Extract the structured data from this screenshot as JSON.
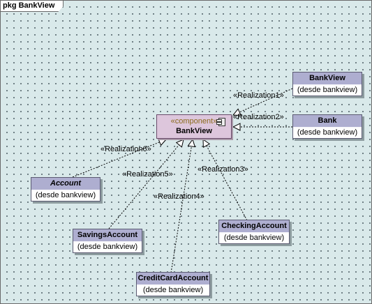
{
  "package": {
    "title": "pkg BankView"
  },
  "component": {
    "stereotype": "«component»",
    "name": "BankView"
  },
  "nodes": [
    {
      "id": "bankview",
      "name": "BankView",
      "sub": "(desde bankview)"
    },
    {
      "id": "bank",
      "name": "Bank",
      "sub": "(desde bankview)"
    },
    {
      "id": "account",
      "name": "Account",
      "sub": "(desde bankview)",
      "abstract": true
    },
    {
      "id": "savings",
      "name": "SavingsAccount",
      "sub": "(desde bankview)"
    },
    {
      "id": "credit",
      "name": "CreditCardAccount",
      "sub": "(desde bankview)"
    },
    {
      "id": "checking",
      "name": "CheckingAccount",
      "sub": "(desde bankview)"
    }
  ],
  "relations": [
    {
      "label": "«Realization1»"
    },
    {
      "label": "«Realization2»"
    },
    {
      "label": "«Realization3»"
    },
    {
      "label": "«Realization4»"
    },
    {
      "label": "«Realization5»"
    },
    {
      "label": "«Realization6»"
    }
  ]
}
